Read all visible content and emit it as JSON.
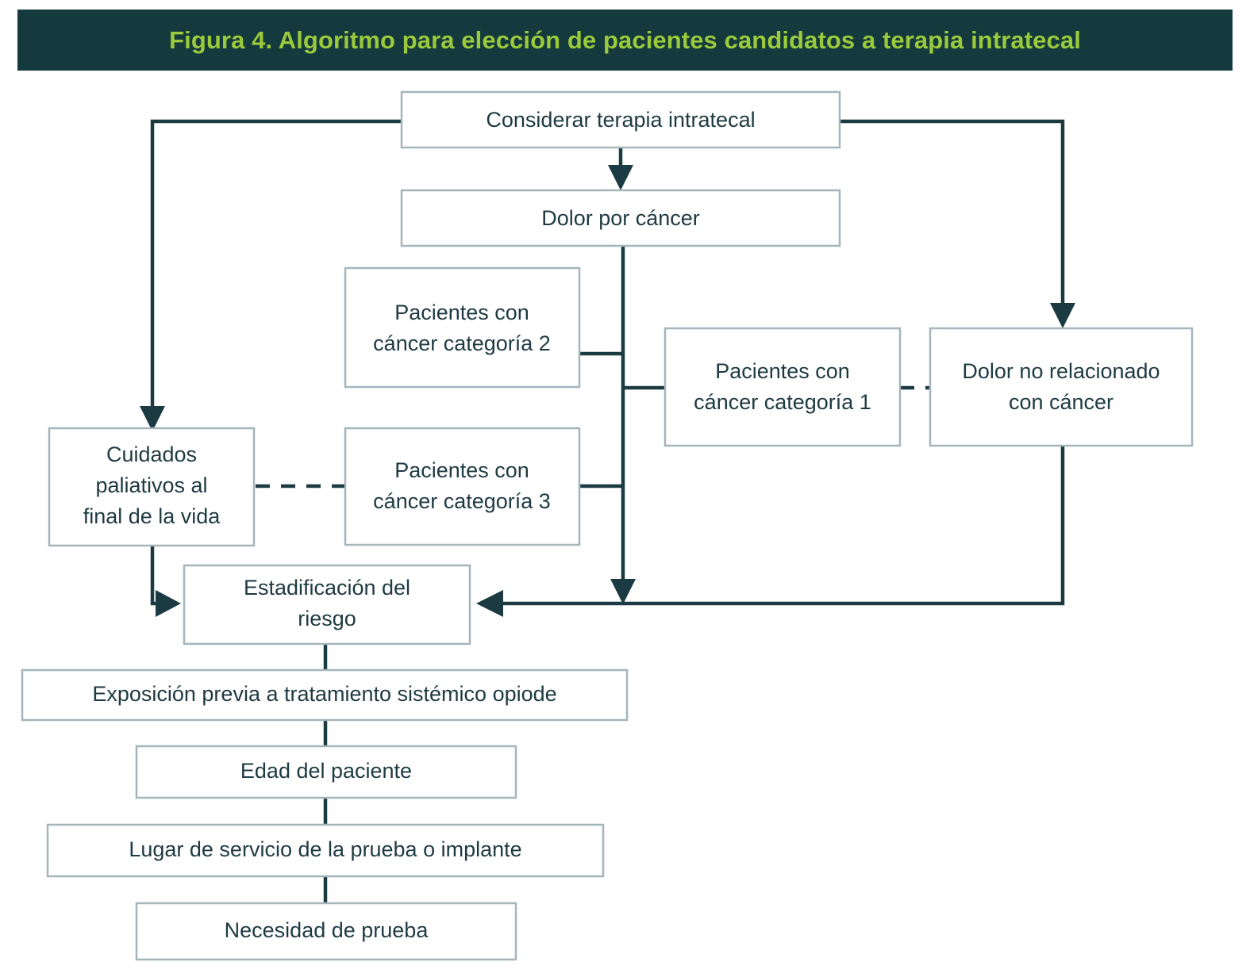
{
  "figure": {
    "title": "Figura 4. Algoritmo para elección de pacientes candidatos a terapia intratecal",
    "title_bg_color": "#143a3e",
    "title_text_color": "#9aca3c",
    "box_border_color": "#a5b6bb",
    "box_text_color": "#1e3a42",
    "connector_color": "#1b3a41"
  },
  "nodes": {
    "considerar": {
      "label": "Considerar terapia intratecal"
    },
    "dolor_cancer": {
      "label": "Dolor por cáncer"
    },
    "categoria2": {
      "line1": "Pacientes con",
      "line2": "cáncer categoría 2"
    },
    "categoria1": {
      "line1": "Pacientes con",
      "line2": "cáncer categoría 1"
    },
    "dolor_no_rel": {
      "line1": "Dolor no relacionado",
      "line2": "con cáncer"
    },
    "cuidados": {
      "line1": "Cuidados",
      "line2": "paliativos al",
      "line3": "final de la vida"
    },
    "categoria3": {
      "line1": "Pacientes con",
      "line2": "cáncer categoría 3"
    },
    "estadificacion": {
      "line1": "Estadificación del",
      "line2": "riesgo"
    },
    "exposicion": {
      "label": "Exposición previa a tratamiento sistémico opiode"
    },
    "edad": {
      "label": "Edad del paciente"
    },
    "lugar": {
      "label": "Lugar de servicio de la prueba o implante"
    },
    "necesidad": {
      "label": "Necesidad de prueba"
    }
  },
  "chart_data": {
    "type": "diagram",
    "title": "Figura 4. Algoritmo para elección de pacientes candidatos a terapia intratecal",
    "nodes": [
      "Considerar terapia intratecal",
      "Dolor por cáncer",
      "Pacientes con cáncer categoría 2",
      "Pacientes con cáncer categoría 1",
      "Dolor no relacionado con cáncer",
      "Cuidados paliativos al final de la vida",
      "Pacientes con cáncer categoría 3",
      "Estadificación del riesgo",
      "Exposición previa a tratamiento sistémico opiode",
      "Edad del paciente",
      "Lugar de servicio de la prueba o implante",
      "Necesidad de prueba"
    ],
    "edges": [
      {
        "from": "Considerar terapia intratecal",
        "to": "Dolor por cáncer",
        "style": "solid-arrow"
      },
      {
        "from": "Considerar terapia intratecal",
        "to": "Cuidados paliativos al final de la vida",
        "style": "solid-arrow"
      },
      {
        "from": "Considerar terapia intratecal",
        "to": "Dolor no relacionado con cáncer",
        "style": "solid-arrow"
      },
      {
        "from": "Dolor por cáncer",
        "to": "Pacientes con cáncer categoría 2",
        "style": "solid"
      },
      {
        "from": "Dolor por cáncer",
        "to": "Pacientes con cáncer categoría 1",
        "style": "solid"
      },
      {
        "from": "Dolor por cáncer",
        "to": "Pacientes con cáncer categoría 3",
        "style": "solid"
      },
      {
        "from": "Pacientes con cáncer categoría 1",
        "to": "Dolor no relacionado con cáncer",
        "style": "dashed"
      },
      {
        "from": "Cuidados paliativos al final de la vida",
        "to": "Pacientes con cáncer categoría 3",
        "style": "dashed"
      },
      {
        "from": "Dolor por cáncer",
        "to": "Estadificación del riesgo",
        "style": "solid-arrow"
      },
      {
        "from": "Dolor no relacionado con cáncer",
        "to": "Estadificación del riesgo",
        "style": "solid-arrow"
      },
      {
        "from": "Cuidados paliativos al final de la vida",
        "to": "Estadificación del riesgo",
        "style": "solid-arrow"
      },
      {
        "from": "Estadificación del riesgo",
        "to": "Exposición previa a tratamiento sistémico opiode",
        "style": "solid"
      },
      {
        "from": "Exposición previa a tratamiento sistémico opiode",
        "to": "Edad del paciente",
        "style": "solid"
      },
      {
        "from": "Edad del paciente",
        "to": "Lugar de servicio de la prueba o implante",
        "style": "solid"
      },
      {
        "from": "Lugar de servicio de la prueba o implante",
        "to": "Necesidad de prueba",
        "style": "solid"
      }
    ]
  }
}
